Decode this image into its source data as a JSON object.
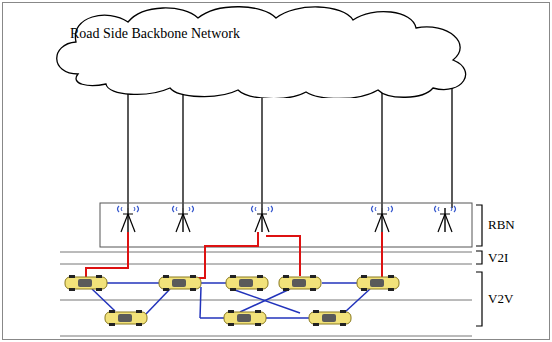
{
  "diagram": {
    "nodes": [
      {
        "text": [
          "Road Side Backbone Network"
        ]
      }
    ],
    "labels": [
      "RBN",
      "V2I",
      "V2V"
    ]
  }
}
